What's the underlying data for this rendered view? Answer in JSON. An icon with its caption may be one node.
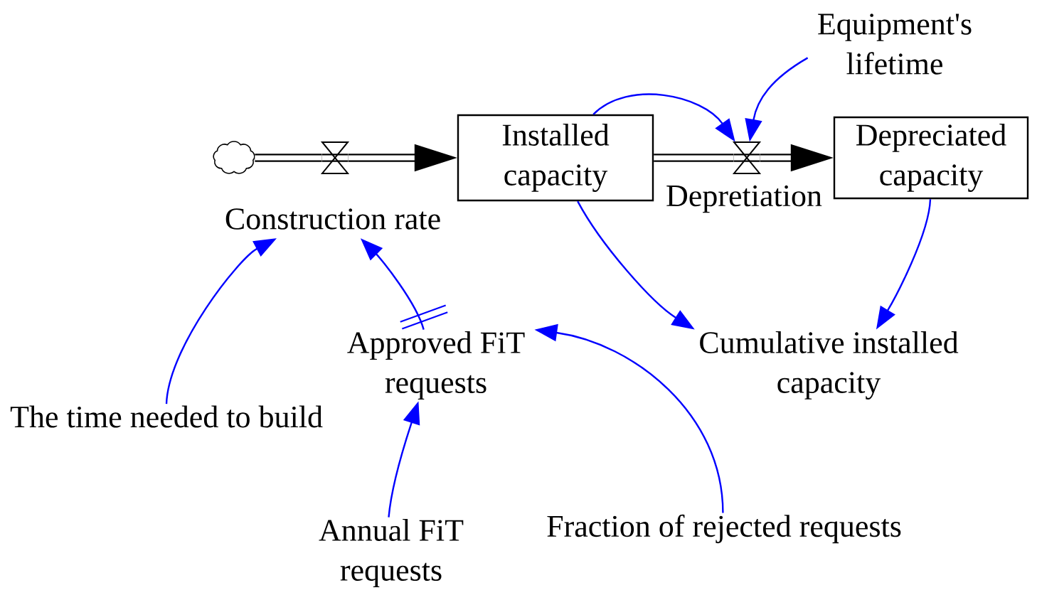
{
  "diagram": {
    "nodes": [
      {
        "text": [
          "Equipment's lifetime"
        ]
      },
      {
        "text": [],
        "shape": "cloud"
      },
      {
        "text": [],
        "shape": "valve"
      },
      {
        "text": [
          "Installed capacity"
        ]
      },
      {
        "text": [],
        "shape": "valve",
        "beside": [
          "Depretiation"
        ]
      },
      {
        "text": [
          "Depreciated capacity"
        ]
      },
      {
        "text": [
          "Construction rate"
        ]
      },
      {
        "text": [
          "Approved FiT requests"
        ]
      },
      {
        "text": [
          "Cumulative installed capacity"
        ]
      },
      {
        "text": [
          "The time needed to build"
        ]
      },
      {
        "text": [
          "Annual FiT requests"
        ]
      },
      {
        "text": [
          "Fraction of rejected requests"
        ]
      }
    ],
    "edges": [
      {
        "from": 1,
        "to": 2,
        "arrow": "none",
        "style": "thick",
        "color": "#000000"
      },
      {
        "from": 2,
        "to": 3,
        "arrow": "to",
        "style": "thick",
        "color": "#000000"
      },
      {
        "from": 3,
        "to": 4,
        "arrow": "none",
        "style": "thick",
        "color": "#000000"
      },
      {
        "from": 4,
        "to": 5,
        "arrow": "to",
        "style": "thick",
        "color": "#000000"
      },
      {
        "from": 3,
        "to": 4,
        "arrow": "to"
      },
      {
        "from": 0,
        "to": 4,
        "arrow": "to"
      },
      {
        "from": 3,
        "to": 8,
        "arrow": "to"
      },
      {
        "from": 5,
        "to": 8,
        "arrow": "to"
      },
      {
        "from": 7,
        "to": 6,
        "arrow": "to"
      },
      {
        "from": 9,
        "to": 6,
        "arrow": "to"
      },
      {
        "from": 10,
        "to": 7,
        "arrow": "to"
      },
      {
        "from": 11,
        "to": 7,
        "arrow": "to"
      }
    ]
  }
}
